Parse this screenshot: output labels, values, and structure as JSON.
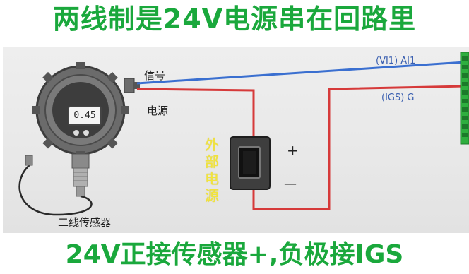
{
  "title": "两线制是24V电源串在回路里",
  "footer": "24V正接传感器+,负极接IGS",
  "diagram": {
    "signal_label": "信号",
    "power_label": "电源",
    "sensor_label": "二线传感器",
    "sensor_display": "0.45",
    "external_power": "外部电源",
    "plus": "+",
    "minus": "—",
    "terminal_vi1": "(VI1) AI1",
    "terminal_igs": "(IGS) G",
    "colors": {
      "title": "#1aa83c",
      "signal_wire": "#3a6fd0",
      "power_wire": "#d63a3a",
      "external_power_text": "#f3e53a",
      "terminal_block": "#2fae3f"
    }
  }
}
